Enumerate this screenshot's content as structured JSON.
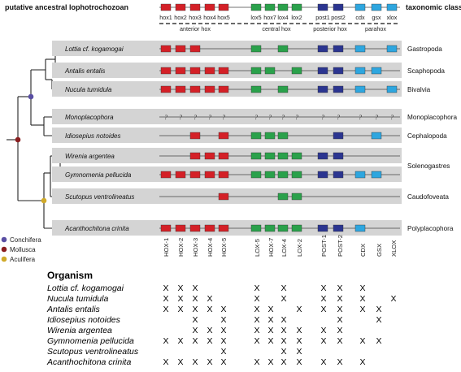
{
  "header": {
    "title": "putative ancestral lophotrochozoan",
    "class_heading": "taxonomic class",
    "genes": [
      "hox1",
      "hox2",
      "hox3",
      "hox4",
      "hox5",
      "lox5",
      "hox7",
      "lox4",
      "lox2",
      "post1",
      "post2",
      "cdx",
      "gsx",
      "xlox"
    ],
    "groups": [
      "anterior hox",
      "central hox",
      "posterior hox",
      "parahox"
    ]
  },
  "colors": {
    "anterior": "#d42027",
    "central": "#2aa14b",
    "posterior": "#2b3590",
    "parahox": "#2ea6df",
    "panel": "#d4d4d4",
    "conchifera": "#5a4fa3",
    "mollusca": "#8b1e20",
    "aculifera": "#d0aa2a"
  },
  "rows": [
    {
      "species": "Lottia cf. kogamogai",
      "taxon": "Gastropoda",
      "genes": [
        "hox1",
        "hox2",
        "hox3",
        "lox5",
        "lox4",
        "post1",
        "post2",
        "cdx",
        "xlox"
      ]
    },
    {
      "species": "Antalis entalis",
      "taxon": "Scaphopoda",
      "genes": [
        "hox1",
        "hox2",
        "hox3",
        "hox4",
        "hox5",
        "lox5",
        "hox7",
        "lox2",
        "post1",
        "post2",
        "cdx",
        "gsx"
      ]
    },
    {
      "species": "Nucula tumidula",
      "taxon": "Bivalvia",
      "genes": [
        "hox1",
        "hox2",
        "hox3",
        "hox4",
        "hox5",
        "lox5",
        "lox4",
        "post1",
        "post2",
        "cdx",
        "xlox"
      ]
    },
    {
      "species": "Monoplacophora",
      "taxon": "Monoplacophora",
      "unknown": true,
      "unknown_mark": "?",
      "genes": []
    },
    {
      "species": "Idiosepius notoides",
      "taxon": "Cephalopoda",
      "genes": [
        "hox3",
        "hox5",
        "lox5",
        "hox7",
        "lox4",
        "post2",
        "gsx"
      ]
    },
    {
      "species": "Wirenia argentea",
      "taxon": "Solenogastres",
      "genes": [
        "hox3",
        "hox4",
        "hox5",
        "lox5",
        "hox7",
        "lox4",
        "lox2",
        "post1",
        "post2"
      ]
    },
    {
      "species": "Gymnomenia pellucida",
      "taxon": "",
      "genes": [
        "hox1",
        "hox2",
        "hox3",
        "hox4",
        "hox5",
        "lox5",
        "hox7",
        "lox4",
        "lox2",
        "post1",
        "post2",
        "cdx",
        "gsx"
      ]
    },
    {
      "species": "Scutopus ventrolineatus",
      "taxon": "Caudofoveata",
      "genes": [
        "hox5",
        "lox4",
        "lox2"
      ]
    },
    {
      "species": "Acanthochitona crinita",
      "taxon": "Polyplacophora",
      "genes": [
        "hox1",
        "hox2",
        "hox3",
        "hox4",
        "hox5",
        "lox5",
        "hox7",
        "lox4",
        "lox2",
        "post1",
        "post2",
        "cdx"
      ]
    }
  ],
  "legend": [
    {
      "label": "Conchifera",
      "color": "#5a4fa3"
    },
    {
      "label": "Mollusca",
      "color": "#8b1e20"
    },
    {
      "label": "Aculifera",
      "color": "#d0aa2a"
    }
  ],
  "table": {
    "heading": "Organism",
    "columns": [
      "HOX-1",
      "HOX-2",
      "HOX-3",
      "HOX-4",
      "HOX-5",
      "LOX-5",
      "HOX-7",
      "LOX-4",
      "LOX-2",
      "POST-1",
      "POST-2",
      "CDX",
      "GSX",
      "XLOX"
    ],
    "mark": "X",
    "rows": [
      {
        "name": "Lottia cf. kogamogai",
        "marks": [
          1,
          1,
          1,
          0,
          0,
          1,
          0,
          1,
          0,
          1,
          1,
          1,
          0,
          0
        ]
      },
      {
        "name": "Nucula tumidula",
        "marks": [
          1,
          1,
          1,
          1,
          0,
          1,
          0,
          1,
          0,
          1,
          1,
          1,
          0,
          1
        ]
      },
      {
        "name": "Antalis entalis",
        "marks": [
          1,
          1,
          1,
          1,
          1,
          1,
          1,
          0,
          1,
          1,
          1,
          1,
          1,
          0
        ]
      },
      {
        "name": "Idiosepius notoides",
        "marks": [
          0,
          0,
          1,
          0,
          1,
          1,
          1,
          1,
          0,
          0,
          1,
          0,
          1,
          0
        ]
      },
      {
        "name": "Wirenia argentea",
        "marks": [
          0,
          0,
          1,
          1,
          1,
          1,
          1,
          1,
          1,
          1,
          1,
          0,
          0,
          0
        ]
      },
      {
        "name": "Gymnomenia pellucida",
        "marks": [
          1,
          1,
          1,
          1,
          1,
          1,
          1,
          1,
          1,
          1,
          1,
          1,
          1,
          0
        ]
      },
      {
        "name": "Scutopus ventrolineatus",
        "marks": [
          0,
          0,
          0,
          0,
          1,
          0,
          0,
          1,
          1,
          0,
          0,
          0,
          0,
          0
        ]
      },
      {
        "name": "Acanthochitona crinita",
        "marks": [
          1,
          1,
          1,
          1,
          1,
          1,
          1,
          1,
          1,
          1,
          1,
          1,
          0,
          0
        ]
      }
    ]
  }
}
